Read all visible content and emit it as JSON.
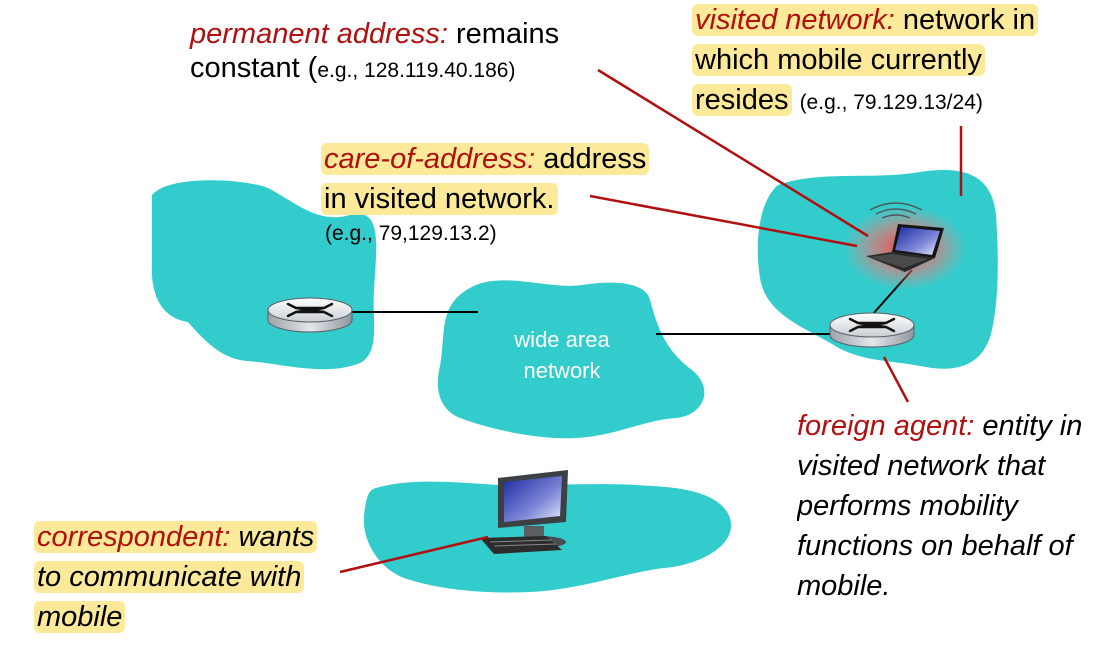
{
  "permanent_address": {
    "term": "permanent address:",
    "desc_1": "remains",
    "desc_2": "constant (",
    "example": "e.g., 128.119.40.186)"
  },
  "visited_network": {
    "term": "visited network:",
    "desc_1": "network in",
    "desc_2": "which mobile currently",
    "desc_3": "resides",
    "example": "(e.g., 79.129.13/24)"
  },
  "care_of_address": {
    "term": "care-of-address:",
    "desc_1": "address",
    "desc_2": "in visited network.",
    "example": "(e.g., 79,129.13.2)"
  },
  "wide_area_network": {
    "line_1": "wide area",
    "line_2": "network"
  },
  "foreign_agent": {
    "term": "foreign agent:",
    "desc_1": "entity in",
    "desc_2": "visited network that",
    "desc_3": "performs mobility",
    "desc_4": "functions on behalf of",
    "desc_5": "mobile."
  },
  "correspondent": {
    "term": "correspondent:",
    "desc_1": "wants",
    "desc_2": "to communicate with",
    "desc_3": "mobile"
  },
  "colors": {
    "network_cloud": "#33cccc",
    "term_red": "#b01010",
    "highlight": "#fde99a",
    "leader_line": "#b01010"
  }
}
